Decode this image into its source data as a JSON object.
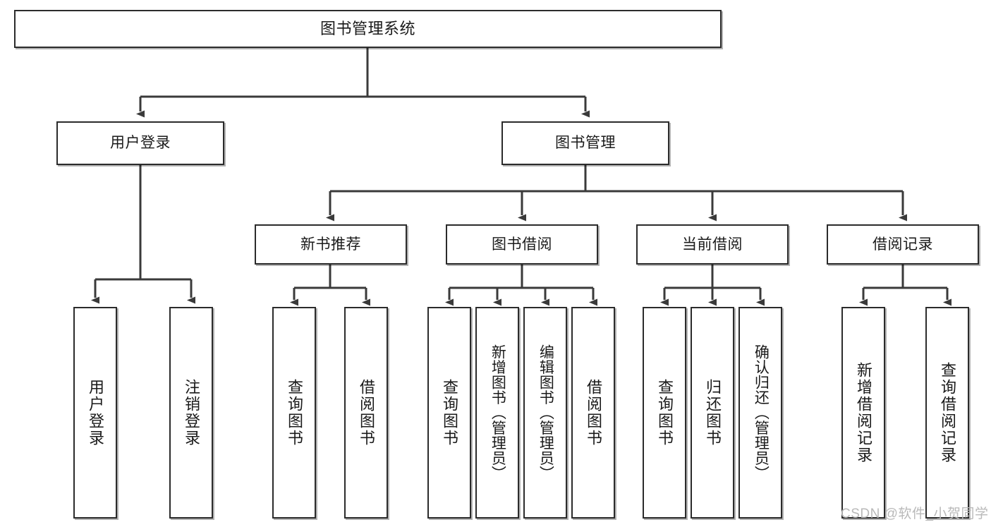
{
  "diagram": {
    "title": "图书管理系统",
    "type": "tree-hierarchy",
    "watermark": "CSDN @软件_小贺同学",
    "colors": {
      "node_border": "#2b2b2b",
      "node_fill": "#ffffff",
      "connector": "#3a3a3a",
      "text": "#1a1a1a",
      "watermark": "#b9b9b9"
    },
    "nodes": {
      "root": {
        "label": "图书管理系统"
      },
      "level2": [
        {
          "id": "user-login",
          "label": "用户登录"
        },
        {
          "id": "book-management",
          "label": "图书管理"
        }
      ],
      "level3": [
        {
          "id": "new-book-recommend",
          "label": "新书推荐"
        },
        {
          "id": "book-borrow",
          "label": "图书借阅"
        },
        {
          "id": "current-borrow",
          "label": "当前借阅"
        },
        {
          "id": "borrow-record",
          "label": "借阅记录"
        }
      ],
      "leaves": {
        "user_login": [
          {
            "id": "leaf-user-login",
            "label": "用户登录"
          },
          {
            "id": "leaf-logout-login",
            "label": "注销登录"
          }
        ],
        "new_book_recommend": [
          {
            "id": "leaf-query-book-1",
            "label": "查询图书"
          },
          {
            "id": "leaf-borrow-book-1",
            "label": "借阅图书"
          }
        ],
        "book_borrow": [
          {
            "id": "leaf-query-book-2",
            "label": "查询图书"
          },
          {
            "id": "leaf-add-book",
            "label": "新增图书（管理员）"
          },
          {
            "id": "leaf-edit-book",
            "label": "编辑图书（管理员）"
          },
          {
            "id": "leaf-borrow-book-2",
            "label": "借阅图书"
          }
        ],
        "current_borrow": [
          {
            "id": "leaf-query-book-3",
            "label": "查询图书"
          },
          {
            "id": "leaf-return-book",
            "label": "归还图书"
          },
          {
            "id": "leaf-confirm-return",
            "label": "确认归还（管理员）"
          }
        ],
        "borrow_record": [
          {
            "id": "leaf-add-record",
            "label": "新增借阅记录"
          },
          {
            "id": "leaf-query-record",
            "label": "查询借阅记录"
          }
        ]
      }
    }
  }
}
